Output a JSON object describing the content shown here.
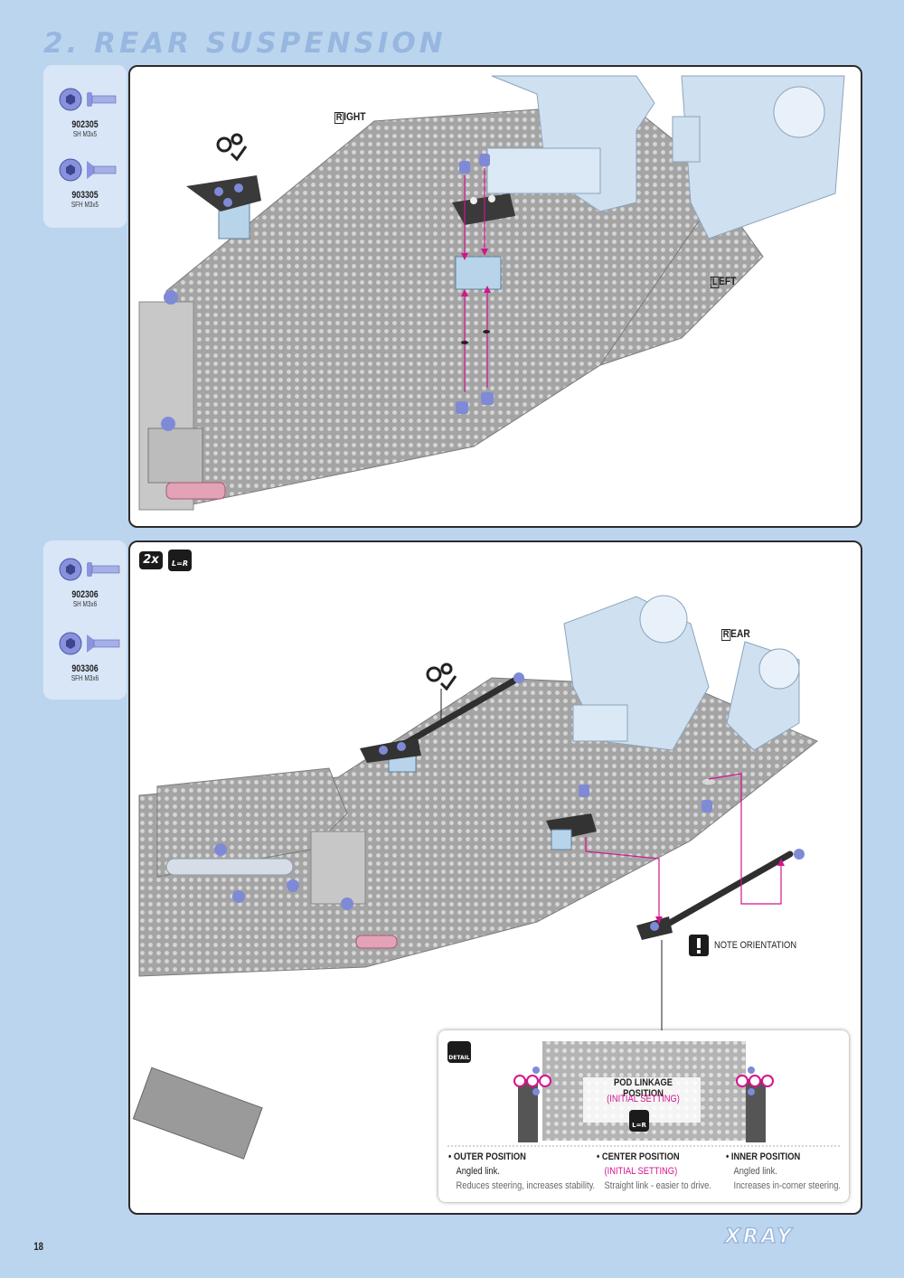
{
  "page": {
    "section_title": "2. REAR SUSPENSION",
    "page_number": "18",
    "brand": "XRAY"
  },
  "step1": {
    "parts": [
      {
        "number": "902305",
        "desc": "SH M3x5"
      },
      {
        "number": "903305",
        "desc": "SFH M3x5"
      }
    ],
    "label_right": {
      "initial": "R",
      "rest": "IGHT"
    },
    "label_left": {
      "initial": "L",
      "rest": "EFT"
    }
  },
  "step2": {
    "parts": [
      {
        "number": "902306",
        "desc": "SH M3x6"
      },
      {
        "number": "903306",
        "desc": "SFH M3x6"
      }
    ],
    "quantity": "2x",
    "symmetry_icon": "L=R",
    "label_rear": {
      "initial": "R",
      "rest": "EAR"
    },
    "note": "NOTE ORIENTATION"
  },
  "detail": {
    "icon_text": "DETAIL",
    "title": "POD LINKAGE POSITION",
    "subtitle": "(INITIAL SETTING)",
    "symmetry_icon": "L=R",
    "positions": [
      {
        "title": "OUTER POSITION",
        "line1": "Angled link.",
        "line2": "Reduces steering, increases stability."
      },
      {
        "title": "CENTER POSITION",
        "line1": "(INITIAL SETTING)",
        "line2": "Straight link - easier to drive."
      },
      {
        "title": "INNER POSITION",
        "line1": "Angled link.",
        "line2": "Increases in-corner steering."
      }
    ]
  },
  "colors": {
    "background": "#bcd5ee",
    "parts_box": "#d8e6f7",
    "title": "#97b7e0",
    "accent_magenta": "#d4148c",
    "carbon": "#8d8d8d",
    "aluminium": "#b9d0e6",
    "screw_blue": "#6f7fd0"
  }
}
